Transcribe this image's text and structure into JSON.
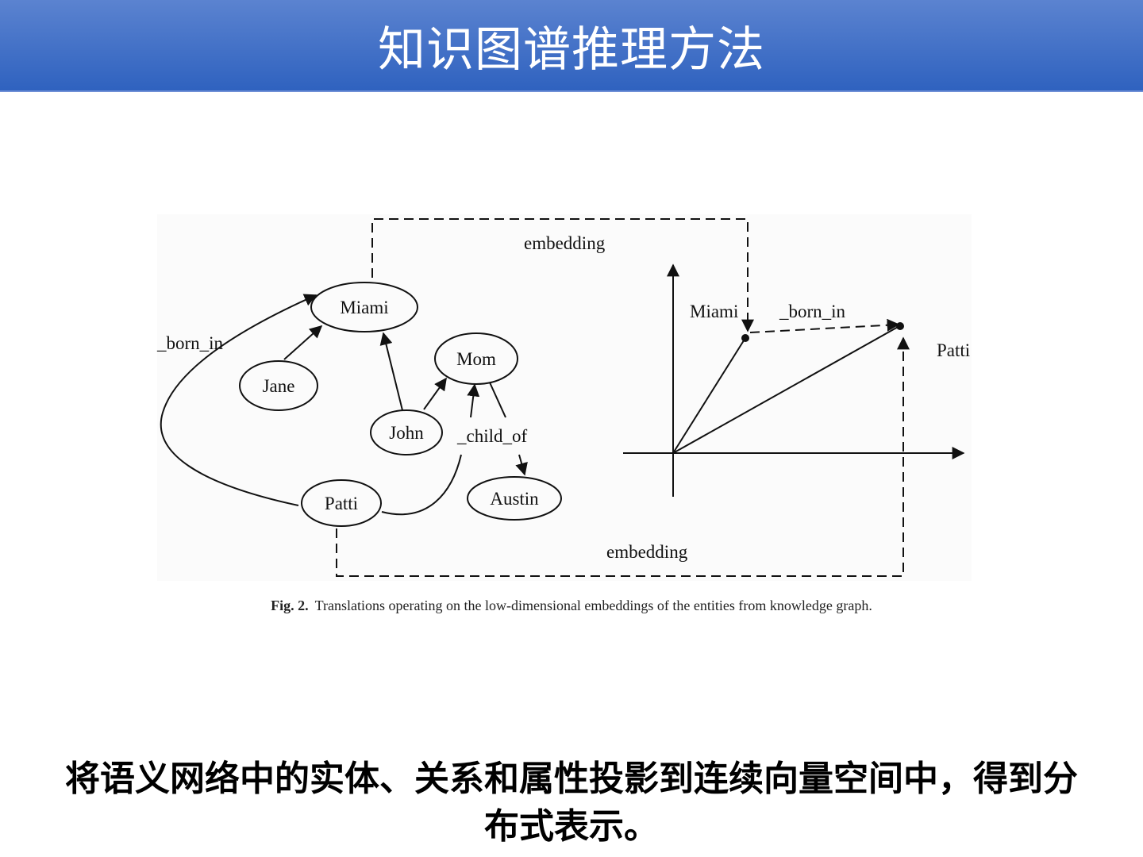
{
  "header": {
    "title": "知识图谱推理方法",
    "color": "#3a6cc6"
  },
  "diagram": {
    "graph_nodes": [
      "Miami",
      "Jane",
      "John",
      "Mom",
      "Patti",
      "Austin"
    ],
    "graph_edge_labels": {
      "born_in": "_born_in",
      "child_of": "_child_of"
    },
    "embedding_top": "embedding",
    "embedding_bottom": "embedding",
    "vector_labels": {
      "miami": "Miami",
      "born_in": "_born_in",
      "patti": "Patti"
    }
  },
  "caption": {
    "label": "Fig. 2.",
    "text": "Translations operating on the low-dimensional embeddings of the entities from knowledge graph."
  },
  "body_text": {
    "line1": "将语义网络中的实体、关系和属性投影到连续向量空间中，得到分",
    "line2": "布式表示。"
  }
}
